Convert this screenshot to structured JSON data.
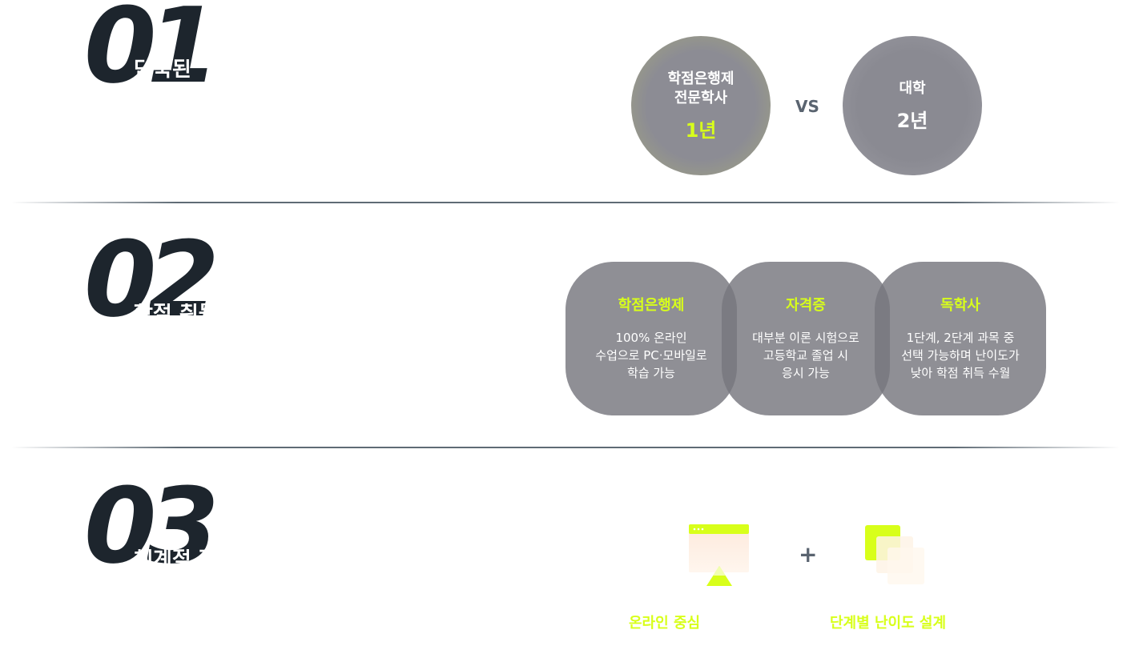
{
  "sections": [
    {
      "number": "01",
      "subtitle": "단축된",
      "compare": {
        "left_lines": [
          "학점은행제",
          "전문학사"
        ],
        "left_value": "1년",
        "vs": "VS",
        "right_lines": [
          "대학"
        ],
        "right_value": "2년"
      }
    },
    {
      "number": "02",
      "subtitle": "학점 취득",
      "cards": [
        {
          "title": "학점은행제",
          "lines": [
            "100% 온라인",
            "수업으로 PC·모바일로",
            "학습 가능"
          ]
        },
        {
          "title": "자격증",
          "lines": [
            "대부분 이론 시험으로",
            "고등학교 졸업 시",
            "응시 가능"
          ]
        },
        {
          "title": "독학사",
          "lines": [
            "1단계, 2단계 과목 중",
            "선택 가능하며 난이도가",
            "낮아 학점 취득 수월"
          ]
        }
      ]
    },
    {
      "number": "03",
      "subtitle": "체계적 전공과정",
      "features": [
        {
          "label": "온라인 중심",
          "icon": "monitor-icon"
        },
        {
          "label": "단계별 난이도 설계",
          "icon": "stacked-squares-icon"
        }
      ],
      "plus": "+"
    }
  ],
  "colors": {
    "accent": "#d8ff1a",
    "dark": "#1d252d",
    "circle_gray": "#8e8e96",
    "circle_olive": "#a9ae7f"
  }
}
